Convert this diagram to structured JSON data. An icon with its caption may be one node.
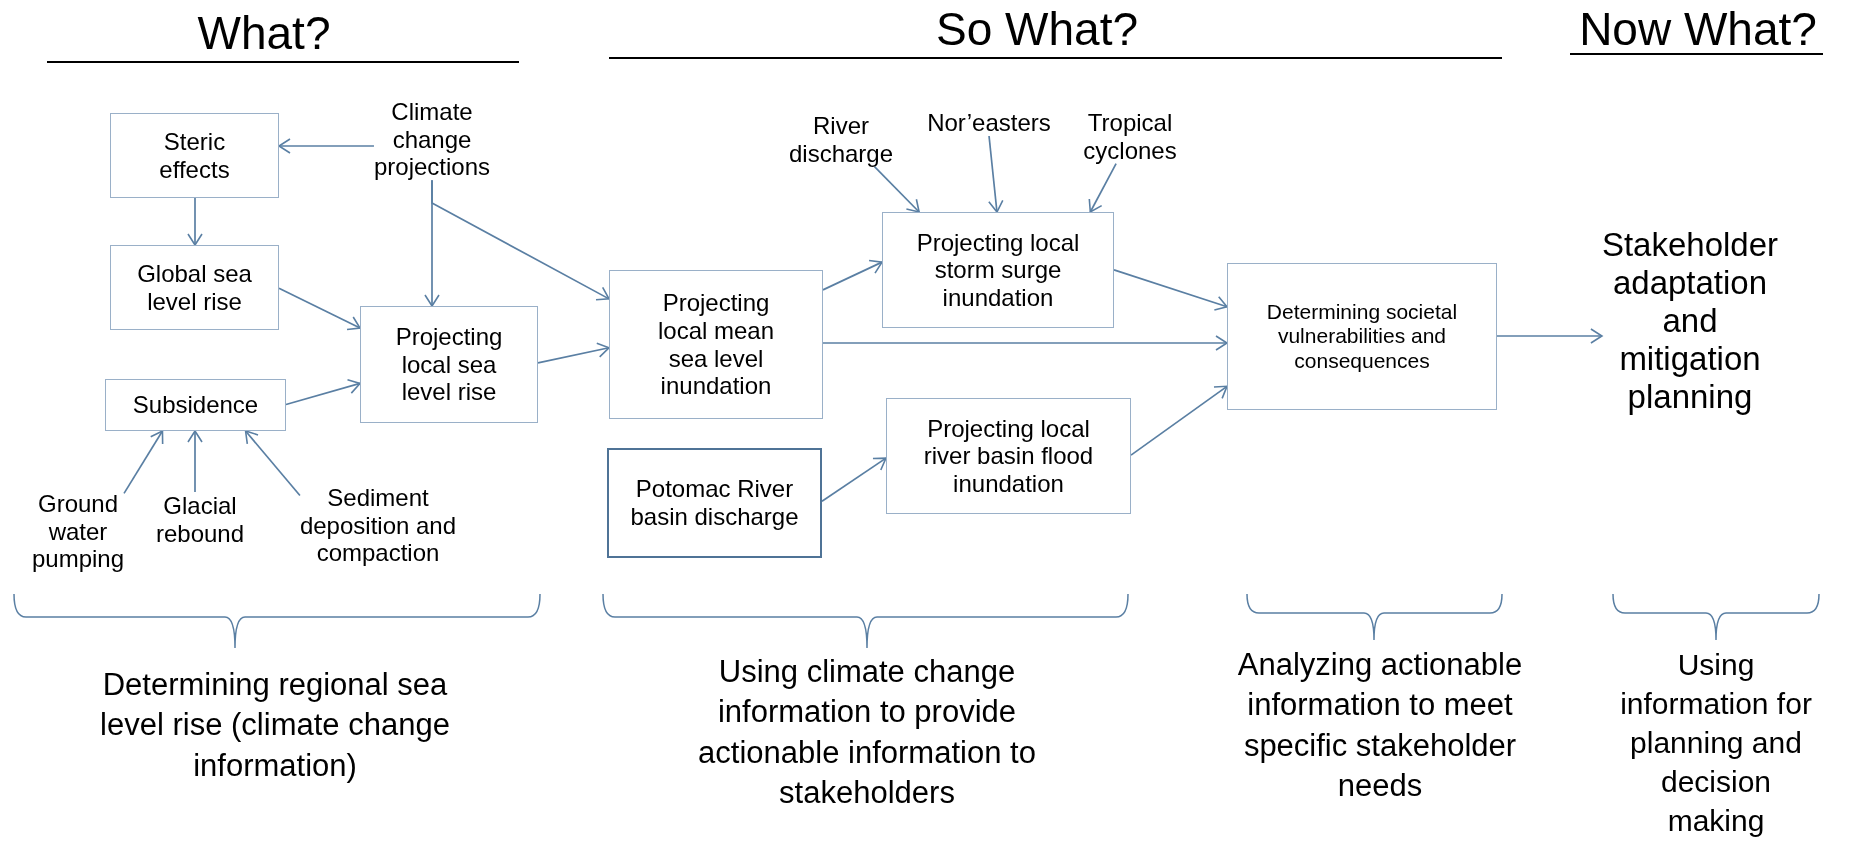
{
  "diagram": {
    "nodes": [
      {
        "text": [
          "Steric effects"
        ]
      },
      {
        "text": [
          "Climate change projections"
        ]
      },
      {
        "text": [
          "Global sea level rise"
        ]
      },
      {
        "text": [
          "Projecting local sea level rise"
        ]
      },
      {
        "text": [
          "Subsidence"
        ]
      },
      {
        "text": [
          "Ground water pumping"
        ]
      },
      {
        "text": [
          "Glacial rebound"
        ]
      },
      {
        "text": [
          "Sediment deposition and compaction"
        ]
      },
      {
        "text": [
          "Projecting local mean sea level inundation"
        ]
      },
      {
        "text": [
          "River discharge"
        ]
      },
      {
        "text": [
          "Nor’easters"
        ]
      },
      {
        "text": [
          "Tropical cyclones"
        ]
      },
      {
        "text": [
          "Projecting  local storm surge inundation"
        ]
      },
      {
        "text": [
          "Potomac River basin discharge"
        ]
      },
      {
        "text": [
          "Projecting  local river basin flood inundation"
        ]
      },
      {
        "text": [
          "Determining societal vulnerabilities and consequences"
        ]
      },
      {
        "text": [
          "Stakeholder adaptation and mitigation planning"
        ]
      }
    ],
    "edges": [
      {
        "from": 1,
        "to": 0,
        "arrow": "to"
      },
      {
        "from": 0,
        "to": 2,
        "arrow": "to"
      },
      {
        "from": 2,
        "to": 3,
        "arrow": "to"
      },
      {
        "from": 4,
        "to": 3,
        "arrow": "to"
      },
      {
        "from": 1,
        "to": 3,
        "arrow": "to"
      },
      {
        "from": 1,
        "to": 8,
        "arrow": "to"
      },
      {
        "from": 3,
        "to": 8,
        "arrow": "to"
      },
      {
        "from": 5,
        "to": 4,
        "arrow": "to"
      },
      {
        "from": 6,
        "to": 4,
        "arrow": "to"
      },
      {
        "from": 7,
        "to": 4,
        "arrow": "to"
      },
      {
        "from": 8,
        "to": 12,
        "arrow": "to"
      },
      {
        "from": 8,
        "to": 15,
        "arrow": "to"
      },
      {
        "from": 9,
        "to": 12,
        "arrow": "to"
      },
      {
        "from": 10,
        "to": 12,
        "arrow": "to"
      },
      {
        "from": 11,
        "to": 12,
        "arrow": "to"
      },
      {
        "from": 12,
        "to": 15,
        "arrow": "to"
      },
      {
        "from": 13,
        "to": 14,
        "arrow": "to"
      },
      {
        "from": 14,
        "to": 15,
        "arrow": "to"
      },
      {
        "from": 15,
        "to": 16,
        "arrow": "to"
      }
    ],
    "labels": [
      "What?",
      "So What?",
      "Now What?",
      "Determining regional sea level rise (climate change information)",
      "Using climate change information to provide actionable information to stakeholders",
      "Analyzing actionable information to meet specific stakeholder needs",
      "Using information for planning and decision making"
    ]
  }
}
